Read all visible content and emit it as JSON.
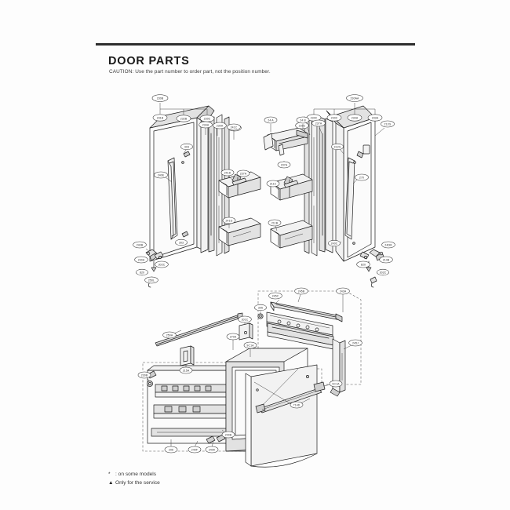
{
  "page": {
    "title": "DOOR PARTS",
    "caution": "CAUTION: Use the part number to order part, not the position number.",
    "background_color": "#fdfdfd",
    "line_color": "#1e1e1e"
  },
  "footnotes": [
    {
      "marker": "*",
      "text": ": on some models"
    },
    {
      "marker": "▲",
      "text": "Only for the service"
    }
  ],
  "callouts": {
    "left_door_group_root": "230B",
    "right_door_group_root": "230AA",
    "left_door": [
      "231B",
      "232B",
      "230C",
      "234A",
      "230A",
      "241C",
      "240E",
      "303",
      "240B",
      "302C",
      "240A",
      "820",
      "250L"
    ],
    "right_door": [
      "230C",
      "233A",
      "237A",
      "234A",
      "230C",
      "212G",
      "230C",
      "240D",
      "214D",
      "312G",
      "270",
      "240C",
      "240M",
      "214B",
      "820",
      "302C"
    ],
    "bins": [
      "24 A",
      "24 B",
      "241C",
      "241D",
      "237A",
      "211C",
      "207A",
      "241G",
      "211B"
    ],
    "lower_assembly": [
      "245C",
      "245B",
      "245A",
      "243A",
      "245J",
      "270A",
      "9C1A",
      "714D",
      "250A",
      "301C",
      "305",
      "240B",
      "240F",
      "240K",
      "215A",
      "230B",
      "206",
      "200A"
    ]
  },
  "sections": {
    "upper": "exploded door assembly with left door, right door and door bins",
    "lower": "drawer assembly with rails, front panel and handle"
  }
}
